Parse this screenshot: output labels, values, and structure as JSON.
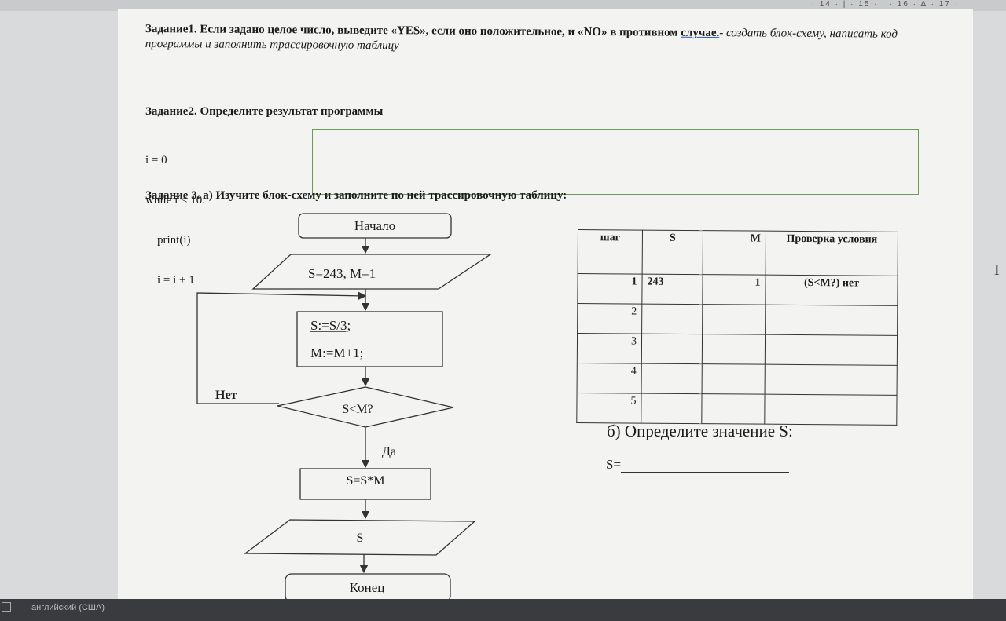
{
  "ruler": {
    "marks": "· 14 · | · 15 · | · 16 · ∆ · 17 ·"
  },
  "task1": {
    "bold_lead": "Задание1. Если задано целое число, выведите «YES», если оно положительное, и «NO» в противном ",
    "underlined": "случае.",
    "dash": "- ",
    "italic": "создать блок-схему, написать код программы и заполнить трассировочную таблицу"
  },
  "task2": {
    "title": "Задание2. Определите результат программы",
    "code": [
      "i = 0",
      "while i < 10:",
      "    print(i)",
      "    i = i + 1"
    ]
  },
  "task3": {
    "title": "Задание 3. а) Изучите блок-схему и заполните по ней трассировочную таблицу:"
  },
  "flowchart": {
    "start": "Начало",
    "input": "S=243, M=1",
    "process_line1": "S:=S/3;",
    "process_line2": "M:=M+1;",
    "condition": "S<M?",
    "no_label": "Нет",
    "yes_label": "Да",
    "multiply": "S=S*M",
    "output": "S",
    "end": "Конец"
  },
  "trace_table": {
    "headers": [
      "шаг",
      "S",
      "M",
      "Проверка условия"
    ],
    "rows": [
      [
        "1",
        "243",
        "1",
        "(S<M?) нет"
      ],
      [
        "2",
        "",
        "",
        ""
      ],
      [
        "3",
        "",
        "",
        ""
      ],
      [
        "4",
        "",
        "",
        ""
      ],
      [
        "5",
        "",
        "",
        ""
      ]
    ]
  },
  "part_b": {
    "title": "б) Определите значение S:",
    "answer_label": "S="
  },
  "cursor": "I",
  "status_bar": {
    "language": "английский (США)"
  }
}
